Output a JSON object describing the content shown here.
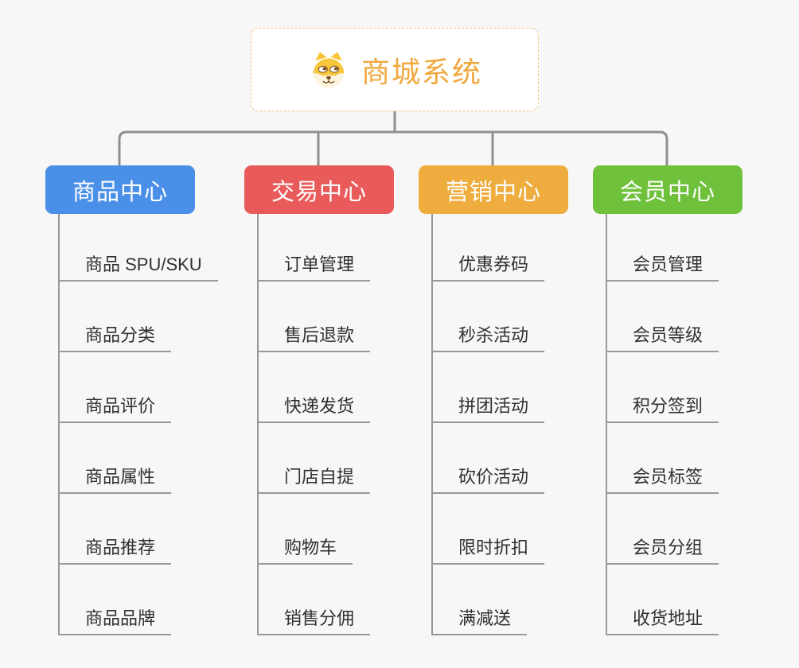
{
  "root": {
    "title": "商城系统",
    "icon": "dog-face-icon"
  },
  "branches": [
    {
      "label": "商品中心",
      "color": "#4a90e8",
      "children": [
        "商品 SPU/SKU",
        "商品分类",
        "商品评价",
        "商品属性",
        "商品推荐",
        "商品品牌"
      ]
    },
    {
      "label": "交易中心",
      "color": "#e95b5b",
      "children": [
        "订单管理",
        "售后退款",
        "快递发货",
        "门店自提",
        "购物车",
        "销售分佣"
      ]
    },
    {
      "label": "营销中心",
      "color": "#eead3e",
      "children": [
        "优惠券码",
        "秒杀活动",
        "拼团活动",
        "砍价活动",
        "限时折扣",
        "满减送"
      ]
    },
    {
      "label": "会员中心",
      "color": "#6fc13c",
      "children": [
        "会员管理",
        "会员等级",
        "积分签到",
        "会员标签",
        "会员分组",
        "收货地址"
      ]
    }
  ],
  "colors": {
    "background": "#f7f7f7",
    "connector": "#8f8f8f",
    "child_line": "#999999",
    "child_text": "#303030",
    "root_text": "#f0a83d",
    "root_border": "#f0c57d",
    "root_background": "#ffffff",
    "branch_text": "#ffffff"
  }
}
